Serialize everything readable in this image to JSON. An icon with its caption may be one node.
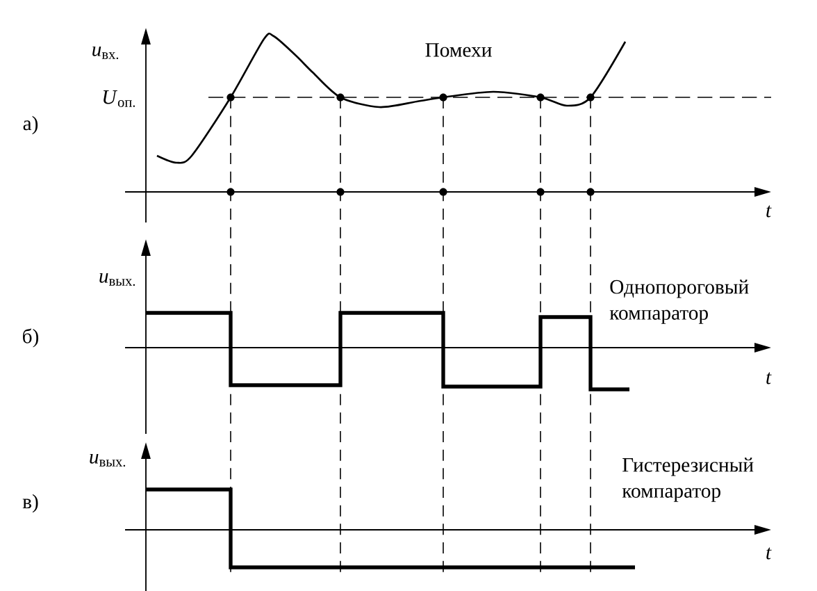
{
  "diagram": {
    "labels": [
      "*u*$_{вх.}$",
      "Помехи",
      "*U*$_{оп.}$",
      "а)",
      "t",
      "*u*$_{вых.}$",
      "Однопороговый компаратор",
      "б)",
      "t",
      "*u*$_{вых.}$",
      "Гистерезисный компаратор",
      "в)",
      "t"
    ]
  }
}
